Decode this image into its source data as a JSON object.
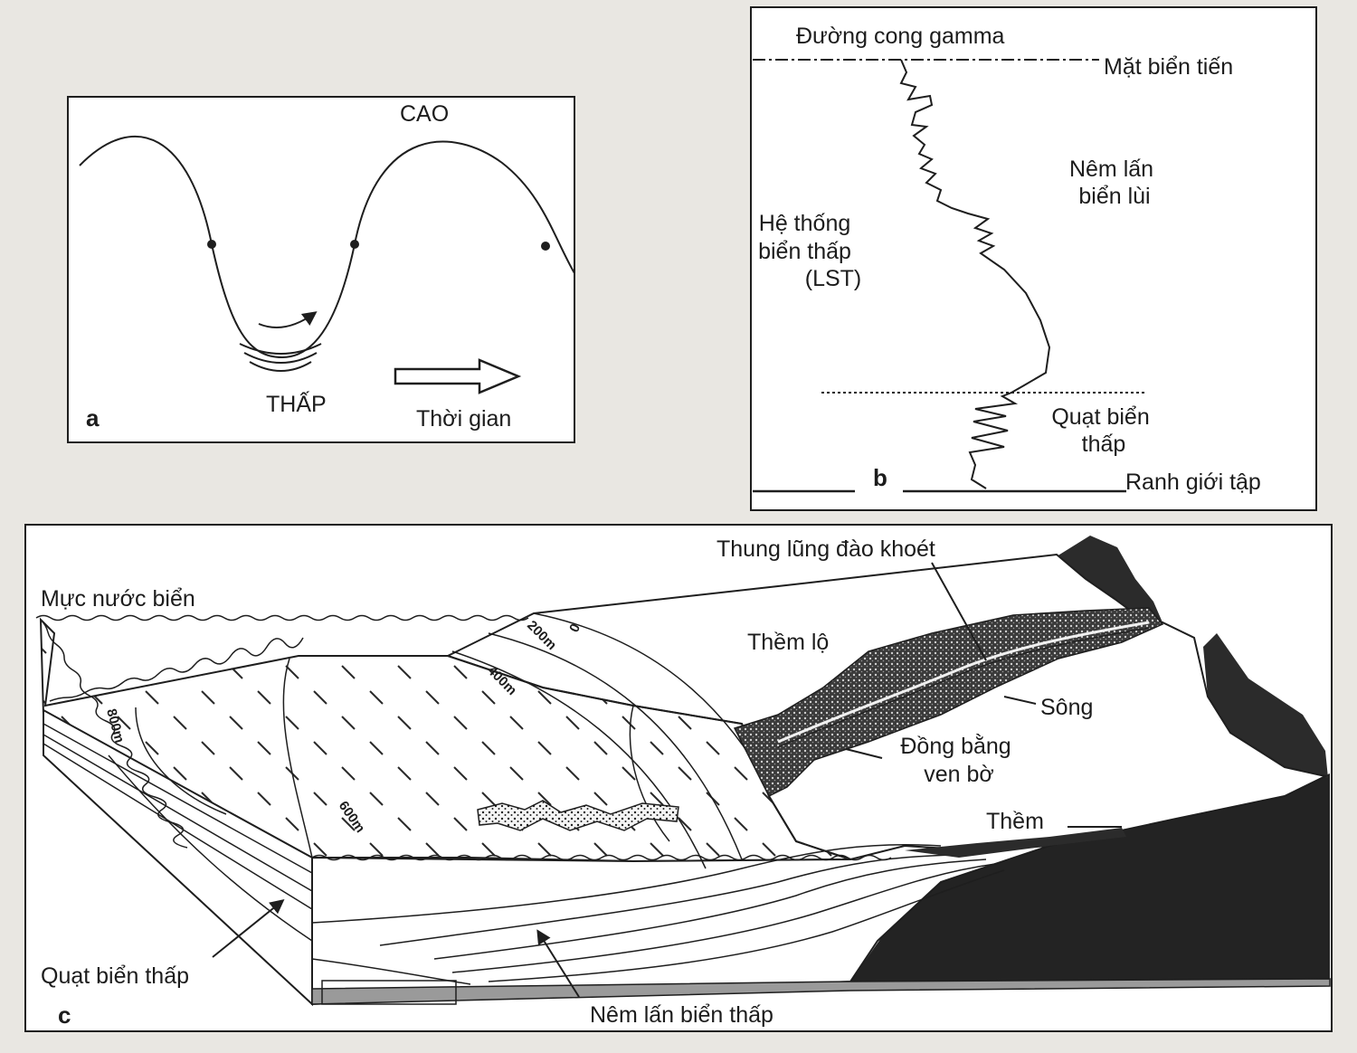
{
  "panel_a": {
    "tag": "a",
    "high": "CAO",
    "low": "THẤP",
    "time": "Thời gian"
  },
  "panel_b": {
    "tag": "b",
    "title": "Đường cong gamma",
    "msf": "Mặt biển tiến",
    "hst_line1": "Nêm lấn",
    "hst_line2": "biển lùi",
    "lst_line1": "Hệ thống",
    "lst_line2": "biển thấp",
    "lst_line3": "(LST)",
    "fan_line1": "Quạt biển",
    "fan_line2": "thấp",
    "sb": "Ranh giới tập"
  },
  "panel_c": {
    "tag": "c",
    "sea_level": "Mực nước biển",
    "incised_valley": "Thung lũng đào khoét",
    "exposed_shelf": "Thềm lộ",
    "river": "Sông",
    "coastal_plain_line1": "Đồng bằng",
    "coastal_plain_line2": "ven bờ",
    "terrace": "Thềm",
    "basin_fan": "Quạt biển thấp",
    "lowstand_wedge": "Nêm lấn biển thấp",
    "contours": [
      "0",
      "200m",
      "400m",
      "600m",
      "800m"
    ]
  },
  "colors": {
    "ink": "#1e1e1e",
    "paper": "#ffffff",
    "background": "#e9e7e2",
    "dark_fill": "#232323"
  }
}
